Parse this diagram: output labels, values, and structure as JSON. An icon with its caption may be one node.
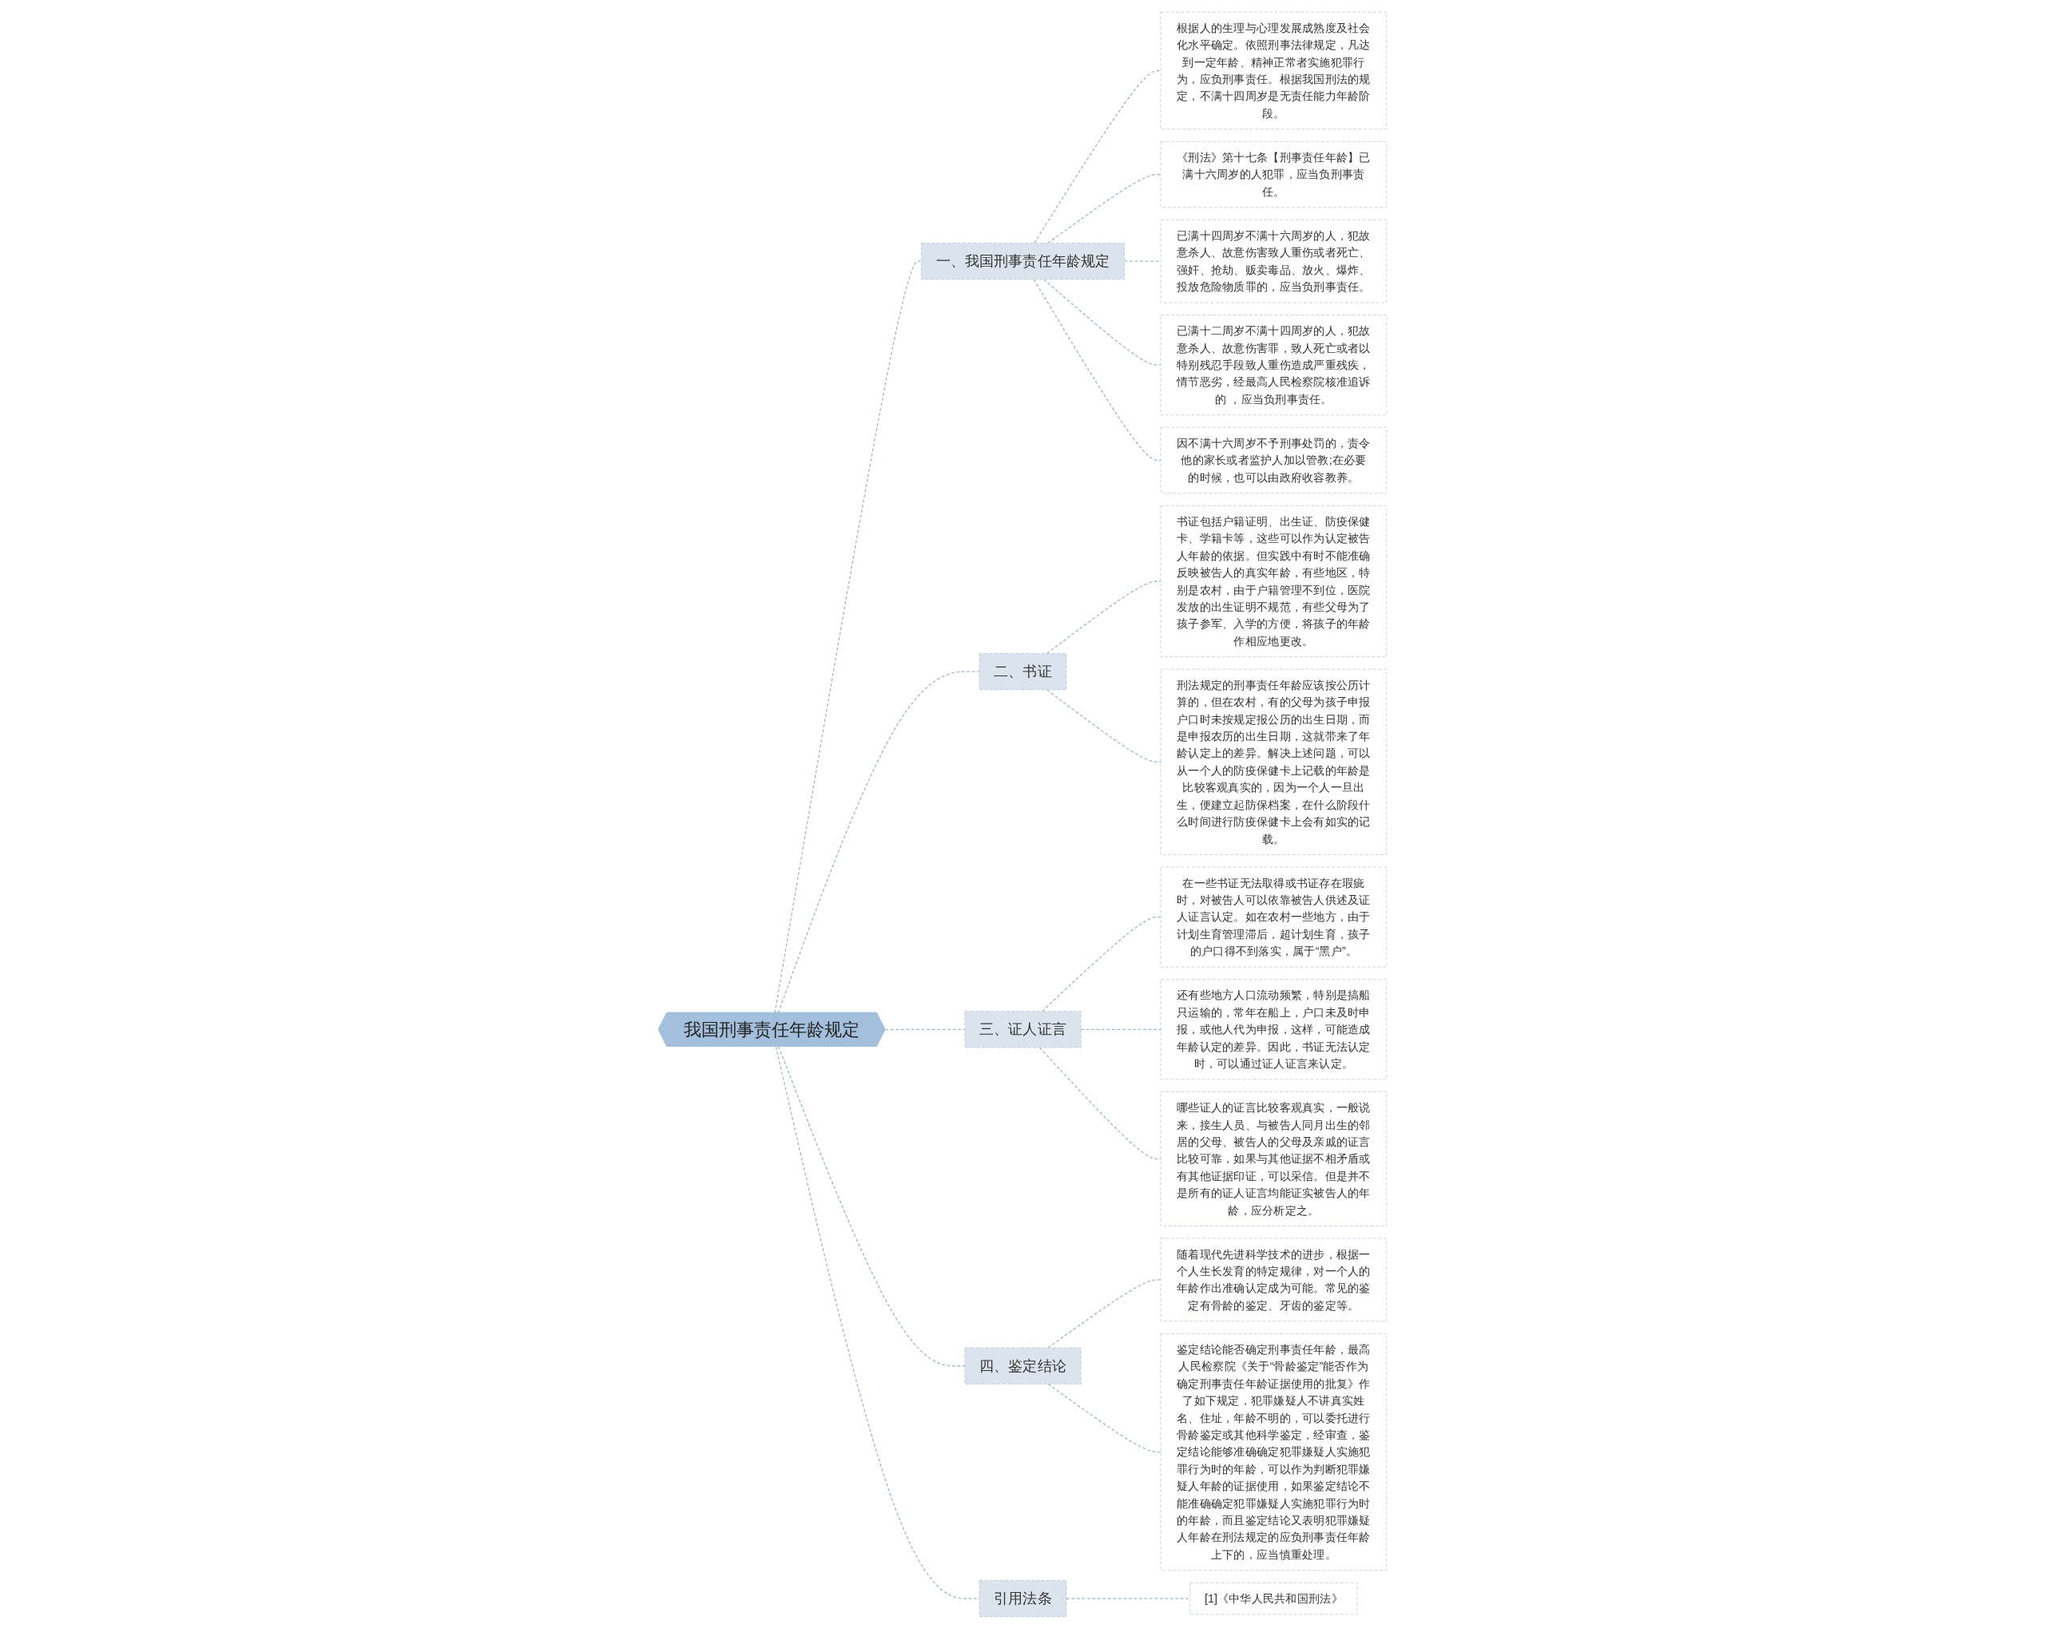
{
  "diagram": {
    "nodes": [
      {
        "text": [
          "我国刑事责任年龄规定"
        ]
      },
      {
        "text": [
          "一、我国刑事责任年龄规定"
        ]
      },
      {
        "text": [
          "根据人的生理与心理发展成熟度及社会化水平确定。依照刑事法律规定，凡达到一定年龄、精神正常者实施犯罪行为，应负刑事责任。根据我国刑法的规定，不满十四周岁是无责任能力年龄阶段。"
        ]
      },
      {
        "text": [
          "《刑法》第十七条【刑事责任年龄】已满十六周岁的人犯罪，应当负刑事责任。"
        ]
      },
      {
        "text": [
          "已满十四周岁不满十六周岁的人，犯故意杀人、故意伤害致人重伤或者死亡、强奸、抢劫、贩卖毒品、放火、爆炸、投放危险物质罪的，应当负刑事责任。"
        ]
      },
      {
        "text": [
          "已满十二周岁不满十四周岁的人，犯故意杀人、故意伤害罪，致人死亡或者以特别残忍手段致人重伤造成严重残疾，情节恶劣，经最高人民检察院核准追诉的 ，应当负刑事责任。"
        ]
      },
      {
        "text": [
          "因不满十六周岁不予刑事处罚的，责令他的家长或者监护人加以管教;在必要的时候，也可以由政府收容教养。"
        ]
      },
      {
        "text": [
          "二、书证"
        ]
      },
      {
        "text": [
          "书证包括户籍证明、出生证、防疫保健卡、学籍卡等，这些可以作为认定被告人年龄的依据。但实践中有时不能准确反映被告人的真实年龄，有些地区，特别是农村，由于户籍管理不到位，医院发放的出生证明不规范，有些父母为了孩子参军、入学的方便，将孩子的年龄作相应地更改。"
        ]
      },
      {
        "text": [
          "刑法规定的刑事责任年龄应该按公历计算的，但在农村，有的父母为孩子申报户口时未按规定报公历的出生日期，而是申报农历的出生日期，这就带来了年龄认定上的差异。解决上述问题，可以从一个人的防疫保健卡上记载的年龄是比较客观真实的，因为一个人一旦出生，便建立起防保档案，在什么阶段什么时间进行防疫保健卡上会有如实的记载。"
        ]
      },
      {
        "text": [
          "三、证人证言"
        ]
      },
      {
        "text": [
          "在一些书证无法取得或书证存在瑕疵时，对被告人可以依靠被告人供述及证人证言认定。如在农村一些地方，由于计划生育管理滞后，超计划生育，孩子的户口得不到落实，属于“黑户”。"
        ]
      },
      {
        "text": [
          "还有些地方人口流动频繁，特别是搞船只运输的，常年在船上，户口未及时申报，或他人代为申报，这样，可能造成年龄认定的差异。因此，书证无法认定时，可以通过证人证言来认定。"
        ]
      },
      {
        "text": [
          "哪些证人的证言比较客观真实，一般说来，接生人员、与被告人同月出生的邻居的父母、被告人的父母及亲戚的证言比较可靠，如果与其他证据不相矛盾或有其他证据印证，可以采信。但是并不是所有的证人证言均能证实被告人的年龄，应分析定之。"
        ]
      },
      {
        "text": [
          "四、鉴定结论"
        ]
      },
      {
        "text": [
          "随着现代先进科学技术的进步，根据一个人生长发育的特定规律，对一个人的年龄作出准确认定成为可能。常见的鉴定有骨龄的鉴定、牙齿的鉴定等。"
        ]
      },
      {
        "text": [
          "鉴定结论能否确定刑事责任年龄，最高人民检察院《关于“骨龄鉴定”能否作为确定刑事责任年龄证据使用的批复》作了如下规定，犯罪嫌疑人不讲真实姓名、住址，年龄不明的，可以委托进行骨龄鉴定或其他科学鉴定，经审查，鉴定结论能够准确确定犯罪嫌疑人实施犯罪行为时的年龄，可以作为判断犯罪嫌疑人年龄的证据使用，如果鉴定结论不能准确确定犯罪嫌疑人实施犯罪行为时的年龄，而且鉴定结论又表明犯罪嫌疑人年龄在刑法规定的应负刑事责任年龄上下的，应当慎重处理。"
        ]
      },
      {
        "text": [
          "引用法条"
        ]
      },
      {
        "text": [
          "[1]《中华人民共和国刑法》"
        ]
      }
    ],
    "edges": [
      {
        "from": 0,
        "to": 1,
        "arrow": "none",
        "style": "dashed"
      },
      {
        "from": 1,
        "to": 2,
        "arrow": "none",
        "style": "dashed"
      },
      {
        "from": 1,
        "to": 3,
        "arrow": "none",
        "style": "dashed"
      },
      {
        "from": 1,
        "to": 4,
        "arrow": "none",
        "style": "dashed"
      },
      {
        "from": 1,
        "to": 5,
        "arrow": "none",
        "style": "dashed"
      },
      {
        "from": 1,
        "to": 6,
        "arrow": "none",
        "style": "dashed"
      },
      {
        "from": 0,
        "to": 7,
        "arrow": "none",
        "style": "dashed"
      },
      {
        "from": 7,
        "to": 8,
        "arrow": "none",
        "style": "dashed"
      },
      {
        "from": 7,
        "to": 9,
        "arrow": "none",
        "style": "dashed"
      },
      {
        "from": 0,
        "to": 10,
        "arrow": "none",
        "style": "dashed"
      },
      {
        "from": 10,
        "to": 11,
        "arrow": "none",
        "style": "dashed"
      },
      {
        "from": 10,
        "to": 12,
        "arrow": "none",
        "style": "dashed"
      },
      {
        "from": 10,
        "to": 13,
        "arrow": "none",
        "style": "dashed"
      },
      {
        "from": 0,
        "to": 14,
        "arrow": "none",
        "style": "dashed"
      },
      {
        "from": 14,
        "to": 15,
        "arrow": "none",
        "style": "dashed"
      },
      {
        "from": 14,
        "to": 16,
        "arrow": "none",
        "style": "dashed"
      },
      {
        "from": 0,
        "to": 17,
        "arrow": "none",
        "style": "dashed"
      },
      {
        "from": 17,
        "to": 18,
        "arrow": "none",
        "style": "dashed"
      }
    ]
  }
}
